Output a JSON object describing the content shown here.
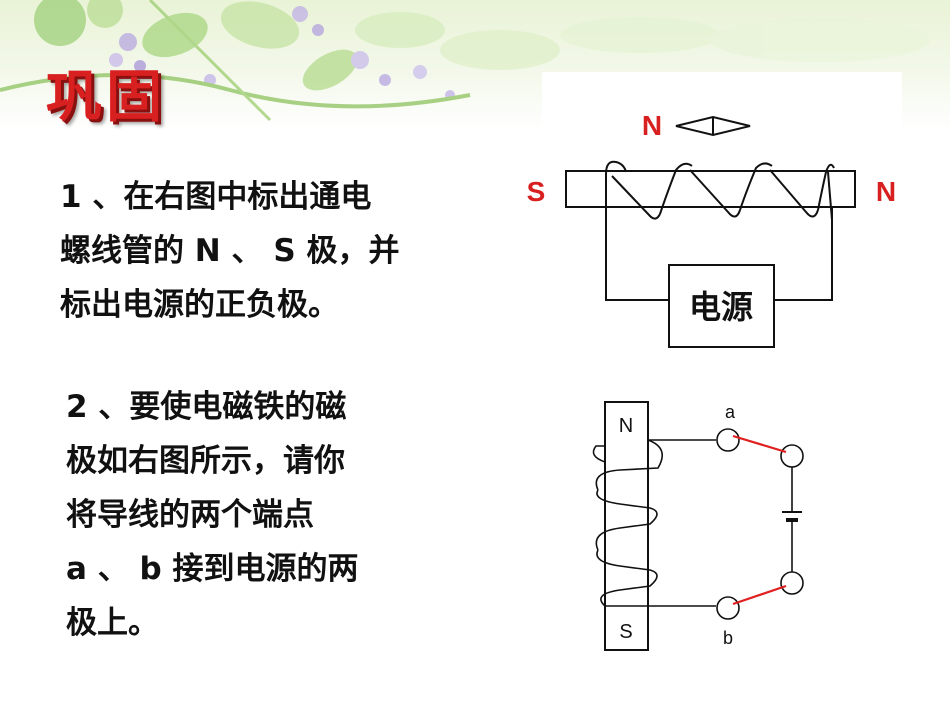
{
  "slide": {
    "title": "巩固",
    "question1": {
      "lines": [
        "1 、在右图中标出通电",
        "螺线管的 N 、 S 极，并",
        "标出电源的正负极。"
      ]
    },
    "question2": {
      "lines": [
        "2 、要使电磁铁的磁",
        "极如右图所示，请你",
        "将导线的两个端点",
        "a 、 b 接到电源的两",
        "极上。"
      ]
    }
  },
  "diagram1": {
    "compass_label": "N",
    "left_pole": "S",
    "right_pole": "N",
    "power_label": "电源"
  },
  "diagram2": {
    "top_pole": "N",
    "bottom_pole": "S",
    "terminal_a": "a",
    "terminal_b": "b"
  },
  "colors": {
    "title": "#d92020",
    "pole_labels": "#d92020",
    "wire_red": "#e02020"
  }
}
